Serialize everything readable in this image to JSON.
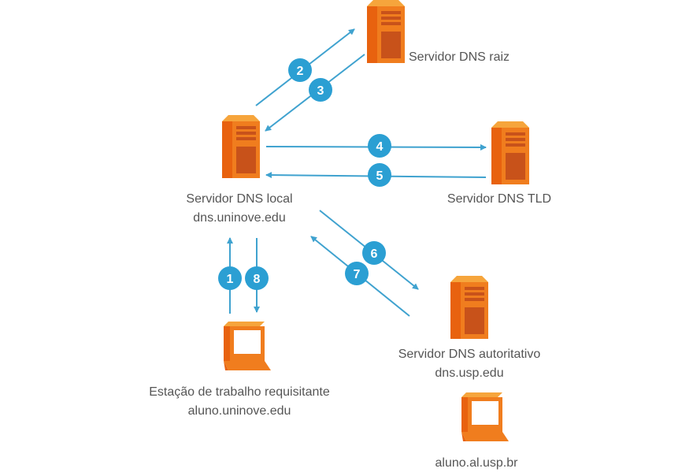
{
  "nodes": {
    "root_server": {
      "label": "Servidor DNS raiz"
    },
    "local_server": {
      "label": "Servidor DNS local",
      "sublabel": "dns.uninove.edu"
    },
    "tld_server": {
      "label": "Servidor DNS TLD"
    },
    "auth_server": {
      "label": "Servidor DNS autoritativo",
      "sublabel": "dns.usp.edu"
    },
    "requesting_host": {
      "label": "Estação de trabalho requisitante",
      "sublabel": "aluno.uninove.edu"
    },
    "target_host": {
      "label": "aluno.al.usp.br"
    }
  },
  "steps": [
    "1",
    "2",
    "3",
    "4",
    "5",
    "6",
    "7",
    "8"
  ],
  "colors": {
    "arrow": "#3fa2cf",
    "badge": "#2b9fd3",
    "server_front": "#f07d1e",
    "server_side": "#e8620f",
    "server_top": "#f6a53c",
    "panel": "#c8521a",
    "text": "#555555"
  }
}
